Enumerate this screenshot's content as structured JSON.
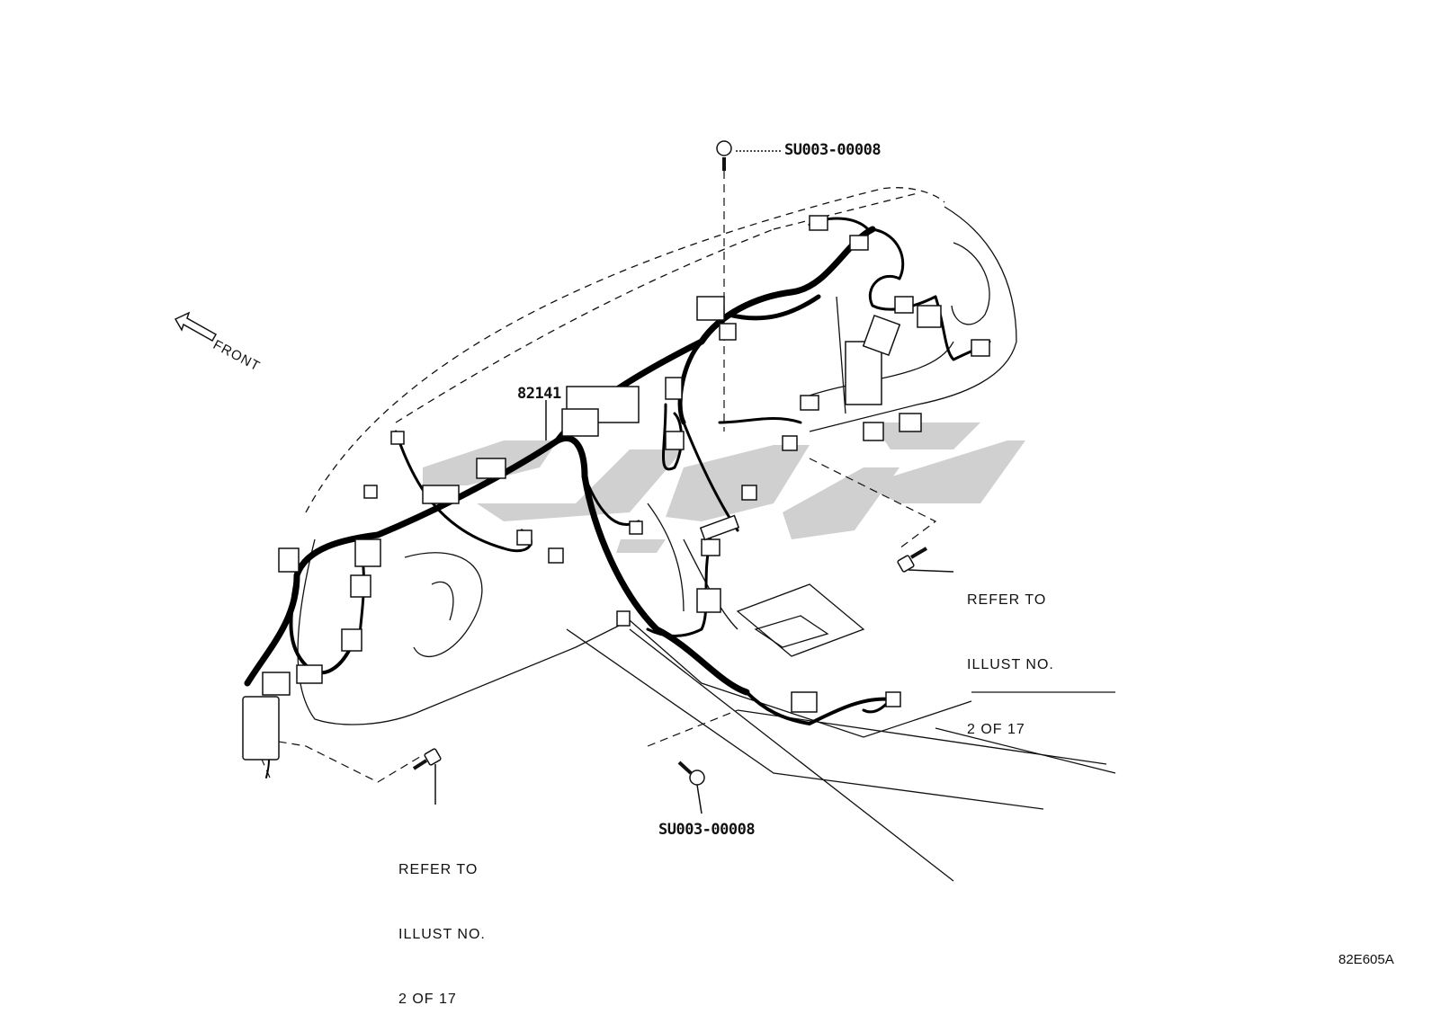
{
  "diagram": {
    "part_number": "82141",
    "screw_top_label": "SU003-00008",
    "screw_bottom_label": "SU003-00008",
    "front_label": "FRONT",
    "refer_right": [
      "REFER TO",
      "ILLUST NO.",
      "2 OF 17"
    ],
    "refer_left": [
      "REFER TO",
      "ILLUST NO.",
      "2 OF 17"
    ],
    "drawing_code": "82E605A"
  },
  "colors": {
    "line": "#111111",
    "harness": "#000000",
    "watermark": "#c8c8c8"
  }
}
